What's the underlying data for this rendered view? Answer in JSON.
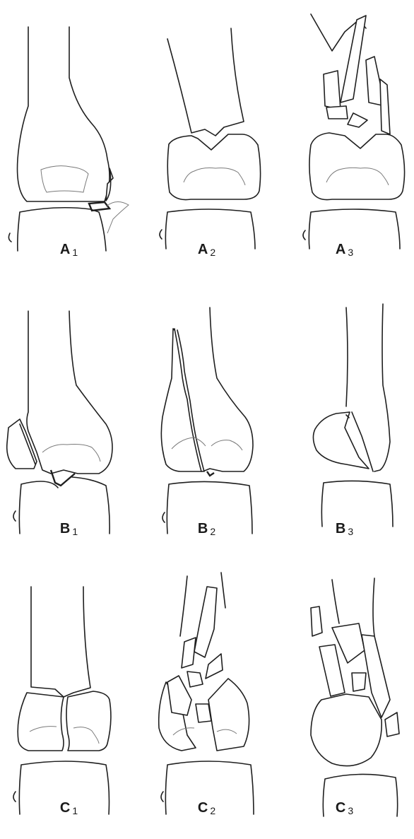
{
  "panels": [
    {
      "id": "A1",
      "letter": "A",
      "sub": "1"
    },
    {
      "id": "A2",
      "letter": "A",
      "sub": "2"
    },
    {
      "id": "A3",
      "letter": "A",
      "sub": "3"
    },
    {
      "id": "B1",
      "letter": "B",
      "sub": "1"
    },
    {
      "id": "B2",
      "letter": "B",
      "sub": "2"
    },
    {
      "id": "B3",
      "letter": "B",
      "sub": "3"
    },
    {
      "id": "C1",
      "letter": "C",
      "sub": "1"
    },
    {
      "id": "C2",
      "letter": "C",
      "sub": "2"
    },
    {
      "id": "C3",
      "letter": "C",
      "sub": "3"
    }
  ],
  "colors": {
    "ink": "#1f1f1f",
    "background": "#ffffff"
  }
}
